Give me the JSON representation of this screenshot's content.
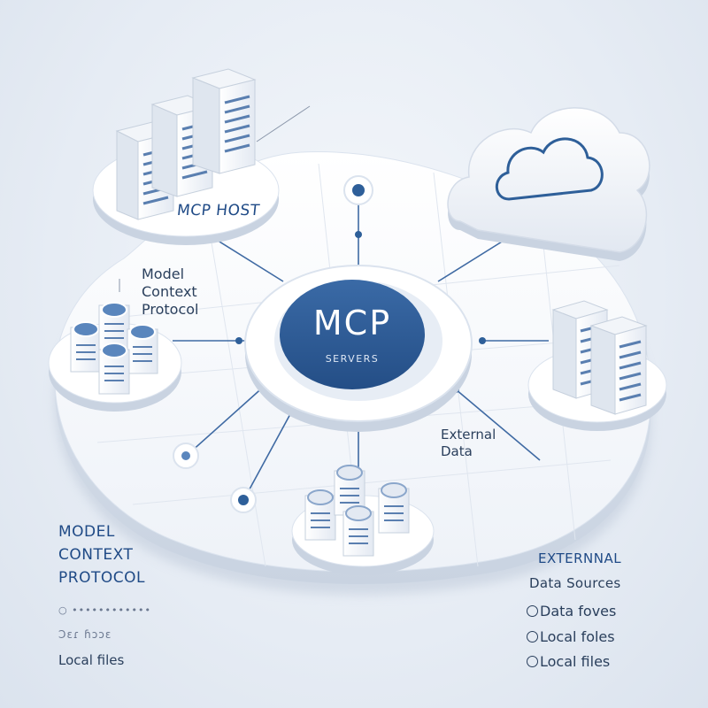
{
  "center": {
    "title": "MCP",
    "subtitle": "SERVERS"
  },
  "host_label": "MCP HOST",
  "side_protocol": [
    "Model",
    "Context",
    "Protocol"
  ],
  "external_data": [
    "External",
    "Data"
  ],
  "left_protocol": [
    "MODEL",
    "CONTEXT",
    "PROTOCOL"
  ],
  "left_small_1": "○ ••••••••••••",
  "left_small_2": "Ɔɛɾ ɦɔɔɛ",
  "left_files": "Local files",
  "right_external": "EXTERNNAL",
  "right_sources": "Data Sources",
  "right_options": [
    "Data foves",
    "Local foles",
    "Local files"
  ],
  "colors": {
    "accent": "#2e5f99",
    "platform": "#f3f6fa",
    "line": "#3f6aa3"
  }
}
